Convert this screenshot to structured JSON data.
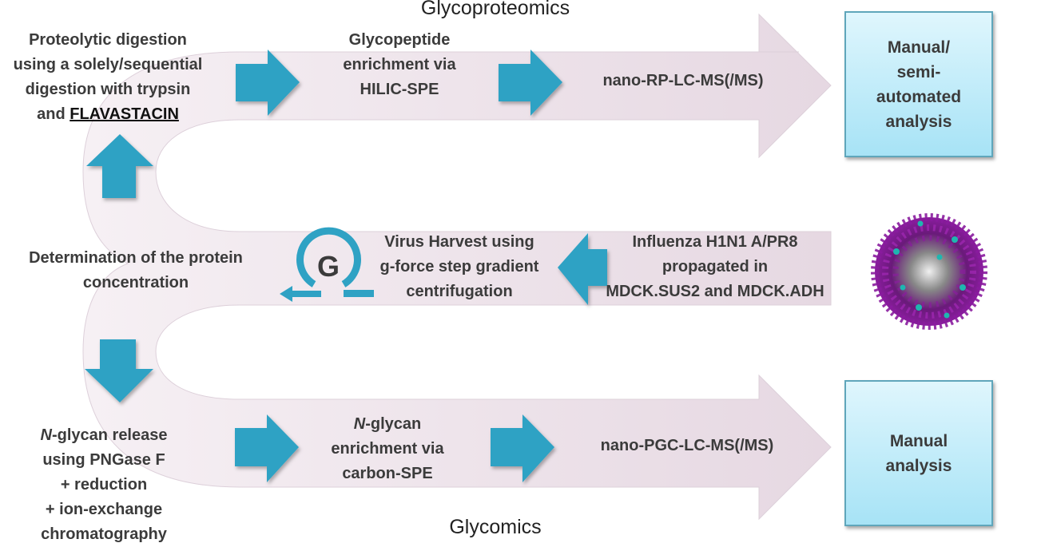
{
  "titles": {
    "top": "Glycoproteomics",
    "bottom": "Glycomics"
  },
  "colors": {
    "arrow_blue": "#2fa2c4",
    "band_pink": "#f1e8ee",
    "band_edge": "#dccfd9",
    "box_top": "#dff6fd",
    "box_bottom": "#a7e3f6",
    "virus_purple": "#8a1c9e",
    "virus_teal": "#1fb6b0"
  },
  "steps": {
    "proteolytic": {
      "line1": "Proteolytic digestion",
      "line2": "using a solely/sequential",
      "line3": "digestion with trypsin",
      "line4_prefix": "and ",
      "line4_emph": "FLAVASTACIN"
    },
    "glycopeptide_enrichment": {
      "line1": "Glycopeptide",
      "line2": "enrichment via",
      "line3": "HILIC-SPE"
    },
    "nano_rp": {
      "line1": "nano-RP-LC-MS(/MS)"
    },
    "manual_semi": {
      "line1": "Manual/",
      "line2": "semi-",
      "line3": "automated",
      "line4": "analysis"
    },
    "protein_conc": {
      "line1": "Determination of the protein",
      "line2": "concentration"
    },
    "virus_harvest": {
      "line1": "Virus Harvest using",
      "line2": "g-force step gradient",
      "line3": "centrifugation"
    },
    "influenza": {
      "line1": "Influenza H1N1 A/PR8",
      "line2": "propagated in",
      "line3": "MDCK.SUS2 and MDCK.ADH"
    },
    "nglycan_release": {
      "line1_italic": "N",
      "line1_rest": "-glycan release",
      "line2": "using PNGase F",
      "line3": "+ reduction",
      "line4": "+ ion-exchange",
      "line5": "chromatography"
    },
    "nglycan_enrichment": {
      "line1_italic": "N",
      "line1_rest": "-glycan",
      "line2": "enrichment via",
      "line3": "carbon-SPE"
    },
    "nano_pgc": {
      "line1": "nano-PGC-LC-MS(/MS)"
    },
    "manual": {
      "line1": "Manual",
      "line2": "analysis"
    }
  },
  "icons": {
    "centrifuge_letter": "G"
  }
}
